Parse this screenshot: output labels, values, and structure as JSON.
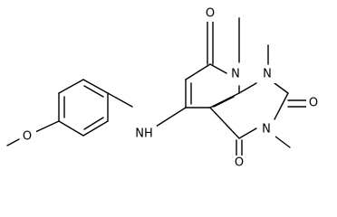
{
  "molecule": {
    "atoms": {
      "o_methoxy": "O",
      "nh": "NH",
      "o_top": "O",
      "n8": "N",
      "n1": "N",
      "o_c2": "O",
      "n3": "N",
      "o_c4": "O"
    }
  },
  "colors": {
    "bond": "#000000",
    "background": "#ffffff"
  }
}
